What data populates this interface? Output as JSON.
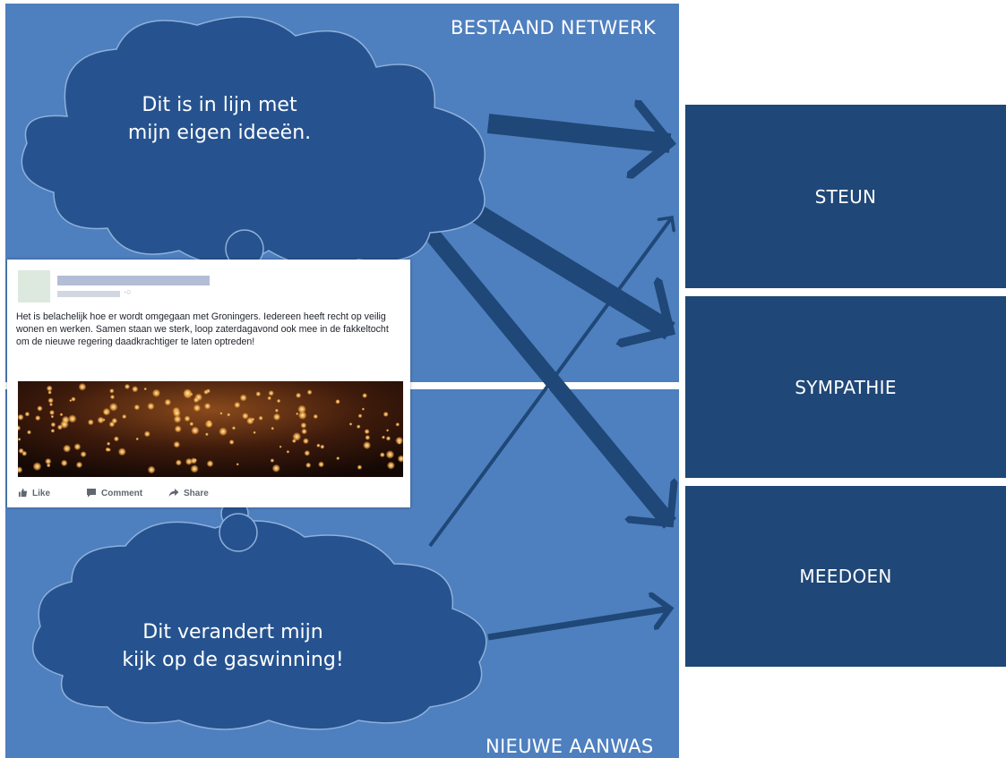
{
  "zones": {
    "top_label": "BESTAAND NETWERK",
    "bottom_label": "NIEUWE AANWAS"
  },
  "thoughts": {
    "top": [
      "Dit is in lijn met",
      "mijn eigen ideeën."
    ],
    "bottom": [
      "Dit verandert mijn",
      "kijk op de gaswinning!"
    ]
  },
  "outcomes": {
    "steun": "STEUN",
    "sympathie": "SYMPATHIE",
    "meedoen": "MEEDOEN"
  },
  "post": {
    "text": "Het is belachelijk hoe er wordt omgegaan met Groningers. Iedereen heeft recht op veilig wonen en werken. Samen staan we sterk, loop zaterdagavond ook mee in de fakkeltocht om de nieuwe regering daadkrachtiger te laten optreden!",
    "actions": {
      "like": "Like",
      "comment": "Comment",
      "share": "Share"
    }
  },
  "colors": {
    "background_blue": "#4e7fbe",
    "dark_blue": "#1f4777",
    "cloud_blue": "#26538f",
    "cloud_outline": "#8eb0db"
  }
}
